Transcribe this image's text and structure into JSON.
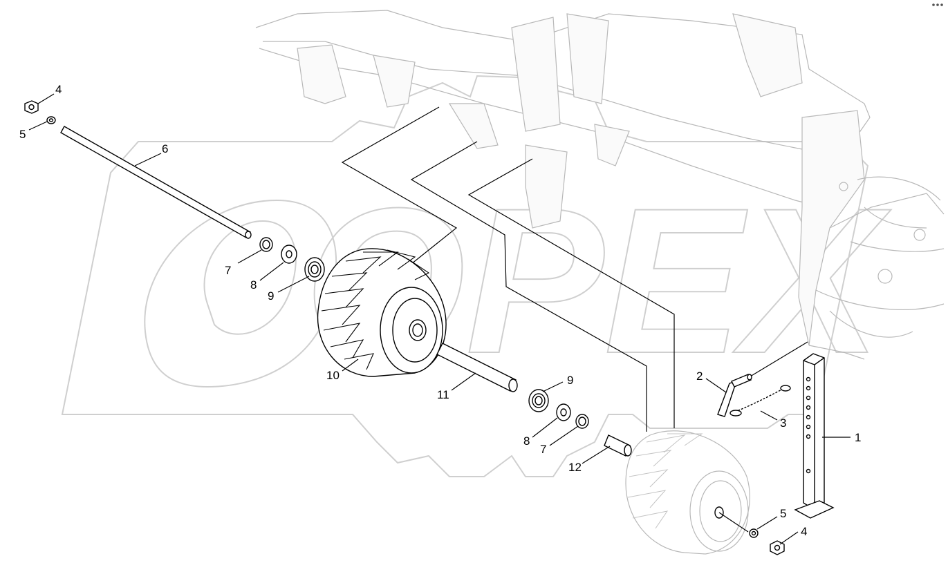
{
  "watermark": {
    "text": "OPEX"
  },
  "colors": {
    "line": "#000000",
    "ghost": "#b8b8b8",
    "watermark": "#cfcfcf",
    "background": "#ffffff"
  },
  "callouts": {
    "c1": "1",
    "c2": "2",
    "c3": "3",
    "c4a": "4",
    "c5a": "5",
    "c6": "6",
    "c7a": "7",
    "c8a": "8",
    "c9a": "9",
    "c10": "10",
    "c11": "11",
    "c9b": "9",
    "c8b": "8",
    "c7b": "7",
    "c12": "12",
    "c5b": "5",
    "c4b": "4"
  }
}
